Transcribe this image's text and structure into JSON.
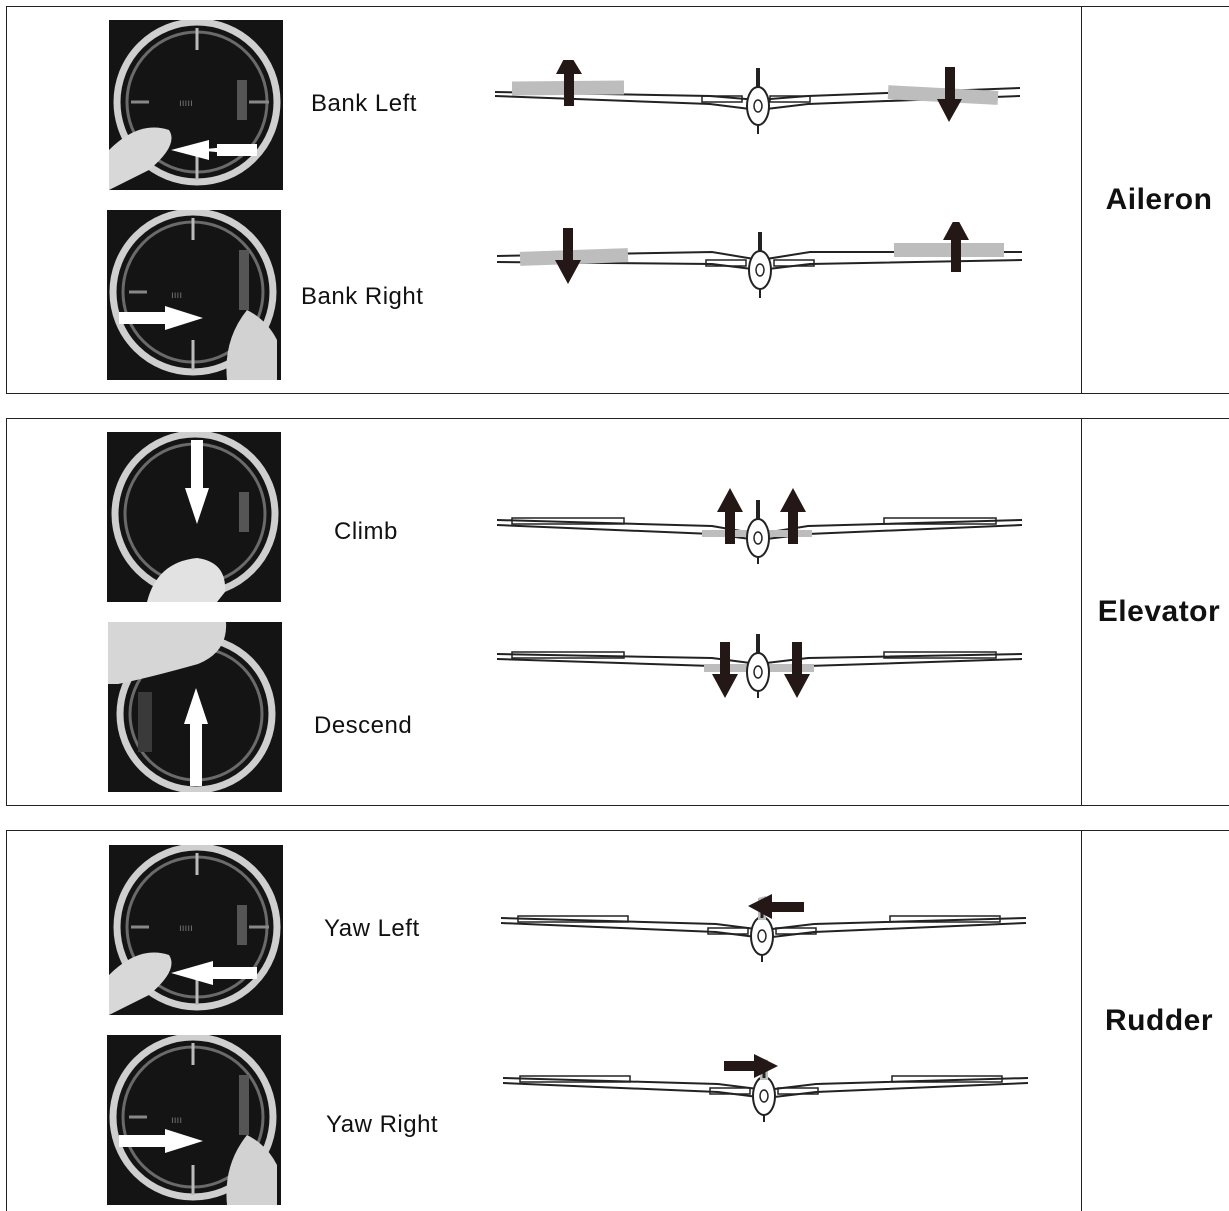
{
  "sections": [
    {
      "name": "Aileron",
      "maneuvers": [
        {
          "label": "Bank Left",
          "stick": "right-stick-left-arrow",
          "surface": "ailerons-left-up-right-down"
        },
        {
          "label": "Bank Right",
          "stick": "right-stick-right-arrow",
          "surface": "ailerons-left-down-right-up"
        }
      ]
    },
    {
      "name": "Elevator",
      "maneuvers": [
        {
          "label": "Climb",
          "stick": "right-stick-down-arrow",
          "surface": "elevator-up"
        },
        {
          "label": "Descend",
          "stick": "right-stick-up-arrow",
          "surface": "elevator-down"
        }
      ]
    },
    {
      "name": "Rudder",
      "maneuvers": [
        {
          "label": "Yaw Left",
          "stick": "left-stick-left-arrow",
          "surface": "rudder-left"
        },
        {
          "label": "Yaw Right",
          "stick": "left-stick-right-arrow",
          "surface": "rudder-right"
        }
      ]
    }
  ],
  "colors": {
    "surface_highlight": "#bdbdbd",
    "arrow_dark": "#231815",
    "photo_bg": "#141414"
  }
}
